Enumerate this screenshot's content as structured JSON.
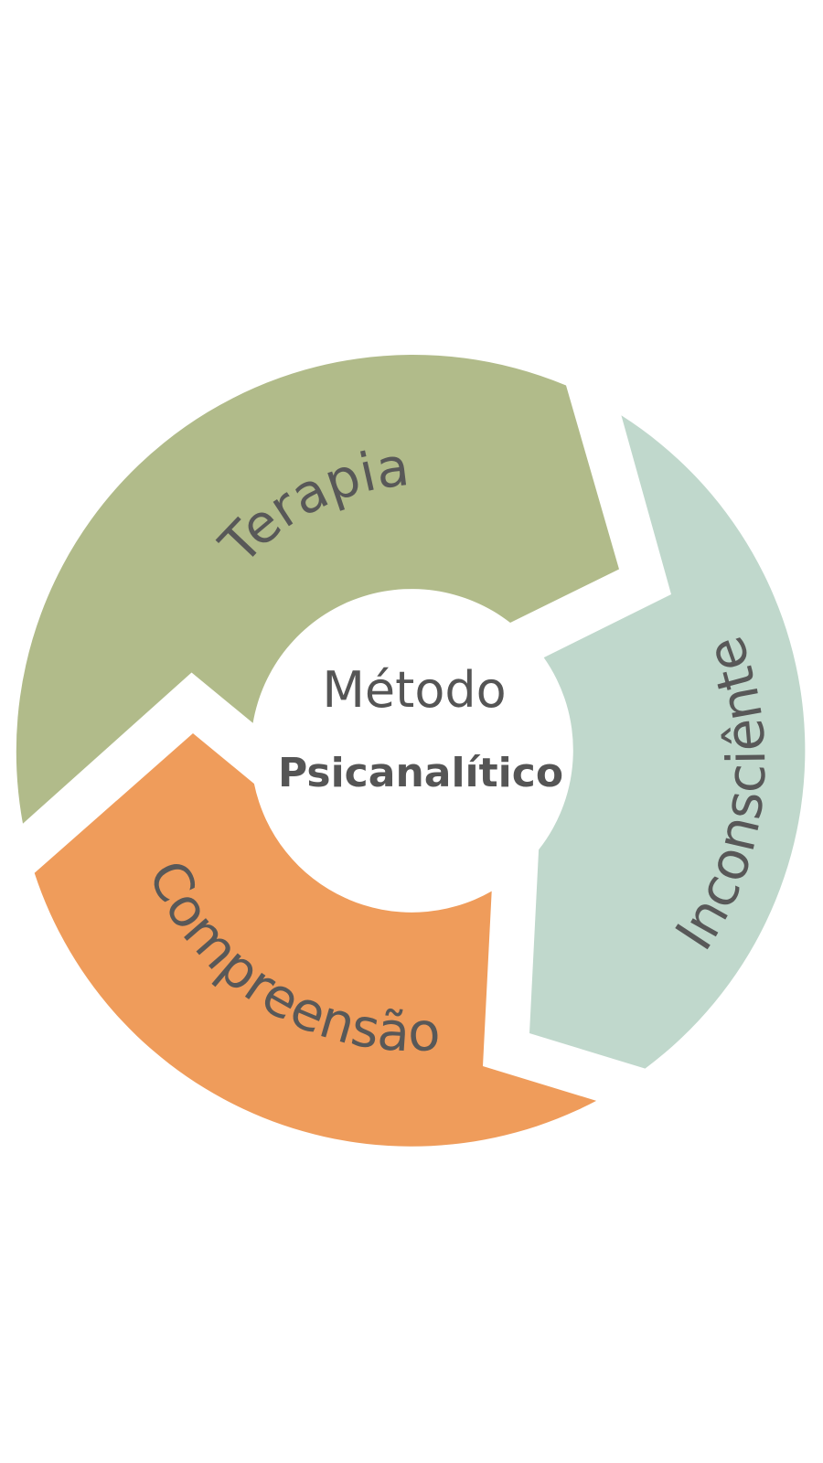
{
  "diagram": {
    "center": {
      "line1": "Método",
      "line2": "Psicanalítico"
    },
    "segments": [
      {
        "id": "terapia",
        "label": "Terapia",
        "color": "#b1bb8a"
      },
      {
        "id": "inconsciente",
        "label": "Inconsciênte",
        "color": "#c0d8cc"
      },
      {
        "id": "compreensao",
        "label": "Compreensão",
        "color": "#ef9c5b"
      }
    ]
  }
}
